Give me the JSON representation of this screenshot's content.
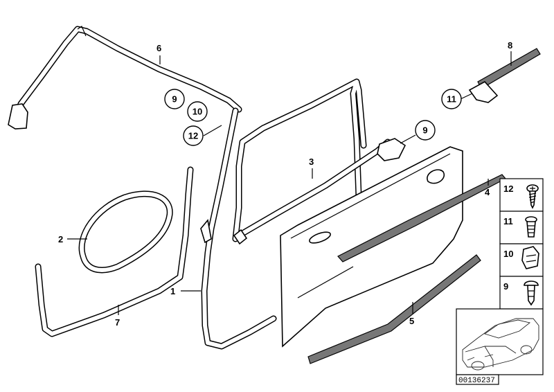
{
  "diagram": {
    "callouts": {
      "part1": "1",
      "part2": "2",
      "part3": "3",
      "part4": "4",
      "part5": "5",
      "part6": "6",
      "part7": "7",
      "part8": "8",
      "circle9a": "9",
      "circle10": "10",
      "circle12": "12",
      "circle9b": "9",
      "circle11": "11"
    },
    "legend": {
      "row12": "12",
      "row11": "11",
      "row10": "10",
      "row9": "9"
    },
    "diagram_number": "00136237"
  }
}
